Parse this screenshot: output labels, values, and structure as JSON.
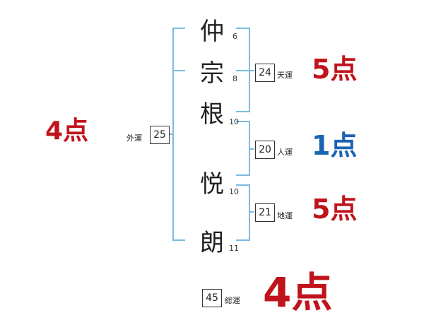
{
  "name": {
    "characters": [
      {
        "char": "仲",
        "strokes": "6"
      },
      {
        "char": "宗",
        "strokes": "8"
      },
      {
        "char": "根",
        "strokes": "10"
      },
      {
        "char": "悦",
        "strokes": "10"
      },
      {
        "char": "朗",
        "strokes": "11"
      }
    ]
  },
  "fortunes": {
    "gaiun": {
      "label": "外運",
      "value": "25",
      "score": "4点",
      "color": "#c0141c"
    },
    "tenun": {
      "label": "天運",
      "value": "24",
      "score": "5点",
      "color": "#c0141c"
    },
    "jinun": {
      "label": "人運",
      "value": "20",
      "score": "1点",
      "color": "#1a64b4"
    },
    "chiun": {
      "label": "地運",
      "value": "21",
      "score": "5点",
      "color": "#c0141c"
    },
    "souun": {
      "label": "総運",
      "value": "45",
      "score": "4点",
      "color": "#c0141c"
    }
  },
  "colors": {
    "bracket": "#7bbbe0"
  }
}
